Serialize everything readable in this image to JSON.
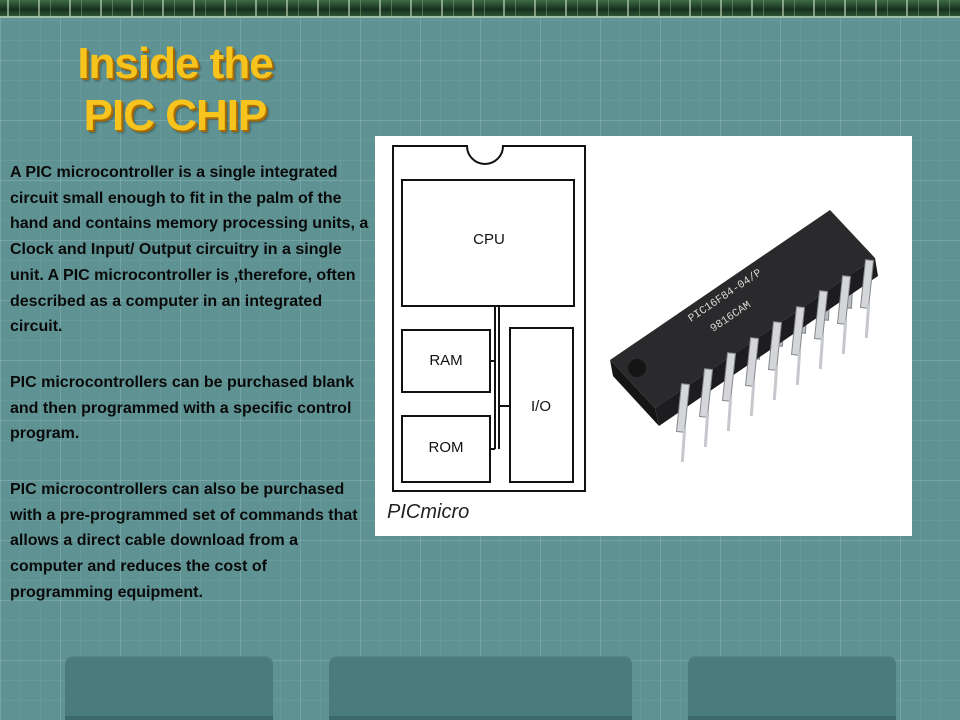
{
  "slide": {
    "title_line1": "Inside the",
    "title_line2": "PIC CHIP",
    "paragraphs": [
      "A PIC microcontroller is a single integrated circuit small enough to fit in the palm of the hand and contains memory processing units, a Clock and Input/ Output circuitry in a single unit. A PIC microcontroller is ,therefore, often described as a computer in an integrated circuit.",
      "PIC microcontrollers can be purchased blank and then programmed with a specific control program.",
      "PIC microcontrollers can also be purchased with a pre-programmed set of commands that allows a direct cable download from a computer and reduces the cost of programming equipment."
    ]
  },
  "diagram": {
    "blocks": {
      "cpu": "CPU",
      "ram": "RAM",
      "rom": "ROM",
      "io": "I/O"
    },
    "caption": "PICmicro"
  },
  "chip_photo": {
    "marking_line1": "PIC16F84-04/P",
    "marking_line2": "9816CAM"
  },
  "colors": {
    "background": "#5f9393",
    "title": "#f7c31d",
    "text": "#0a0a0a",
    "tab": "#4a7c7c"
  }
}
